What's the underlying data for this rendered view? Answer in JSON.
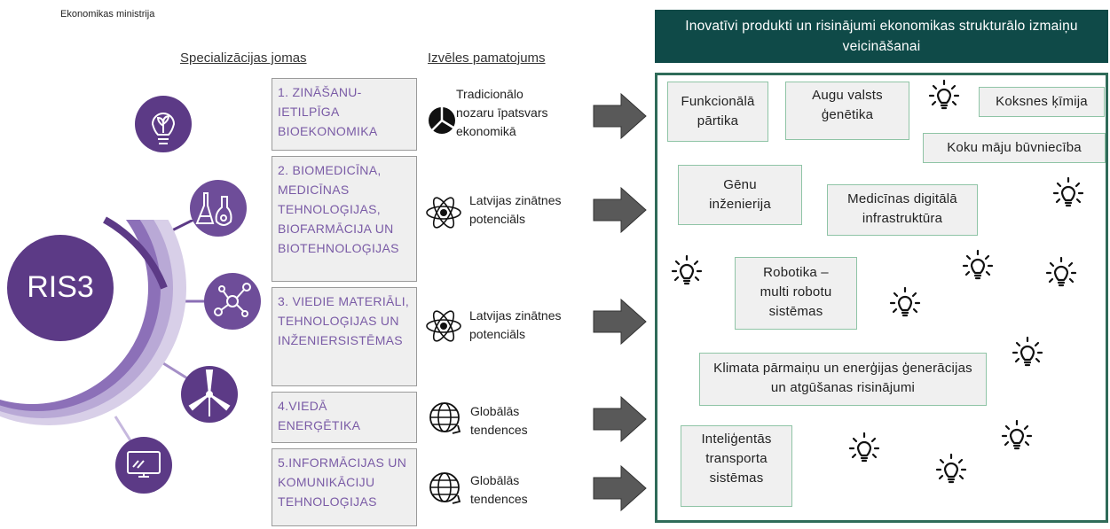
{
  "ministry": "Ekonomikas ministrija",
  "column_headers": {
    "areas": "Specializācijas jomas",
    "reasons": "Izvēles pamatojums"
  },
  "center_label": "RIS3",
  "areas": [
    {
      "label": "1. ZINĀŠANU-IETILPĪGA BIOEKONOMIKA",
      "icon": "lightbulb-plant-icon",
      "reason": "Tradicionālo nozaru īpatsvars ekonomikā",
      "reason_icon": "pie-chart-icon"
    },
    {
      "label": "2. BIOMEDICĪNA, MEDICĪNAS TEHNOLOĢIJAS, BIOFARMĀCIJA UN BIOTEHNOLOĢIJAS",
      "icon": "lab-flasks-icon",
      "reason": "Latvijas zinātnes potenciāls",
      "reason_icon": "atom-icon"
    },
    {
      "label": "3. VIEDIE MATERIĀLI, TEHNOLOĢIJAS UN INŽENIERSISTĒMAS",
      "icon": "molecule-icon",
      "reason": "Latvijas zinātnes potenciāls",
      "reason_icon": "atom-icon"
    },
    {
      "label": "4.VIEDĀ ENERĢĒTIKA",
      "icon": "wind-turbine-icon",
      "reason": "Globālās tendences",
      "reason_icon": "globe-icon"
    },
    {
      "label": "5.INFORMĀCIJAS UN KOMUNIKĀCIJU TEHNOLOĢIJAS",
      "icon": "computer-monitor-icon",
      "reason": "Globālās tendences",
      "reason_icon": "globe-icon"
    }
  ],
  "header": "Inovatīvi produkti un risinājumi ekonomikas strukturālo izmaiņu veicināšanai",
  "products": [
    "Funkcionālā pārtika",
    "Augu valsts ģenētika",
    "Koksnes ķīmija",
    "Koku māju būvniecība",
    "Gēnu inženierija",
    "Medicīnas digitālā infrastruktūra",
    "Robotika – multi robotu sistēmas",
    "Klimata pārmaiņu un enerģijas ģenerācijas un atgūšanas risinājumi",
    "Inteliģentās transporta sistēmas"
  ],
  "colors": {
    "purple_dark": "#5c3a86",
    "purple_light": "#a58fc7",
    "area_text": "#7a5ba6",
    "header_bg": "#0f4a48",
    "frame": "#2f6b59",
    "arrow": "#595959"
  }
}
